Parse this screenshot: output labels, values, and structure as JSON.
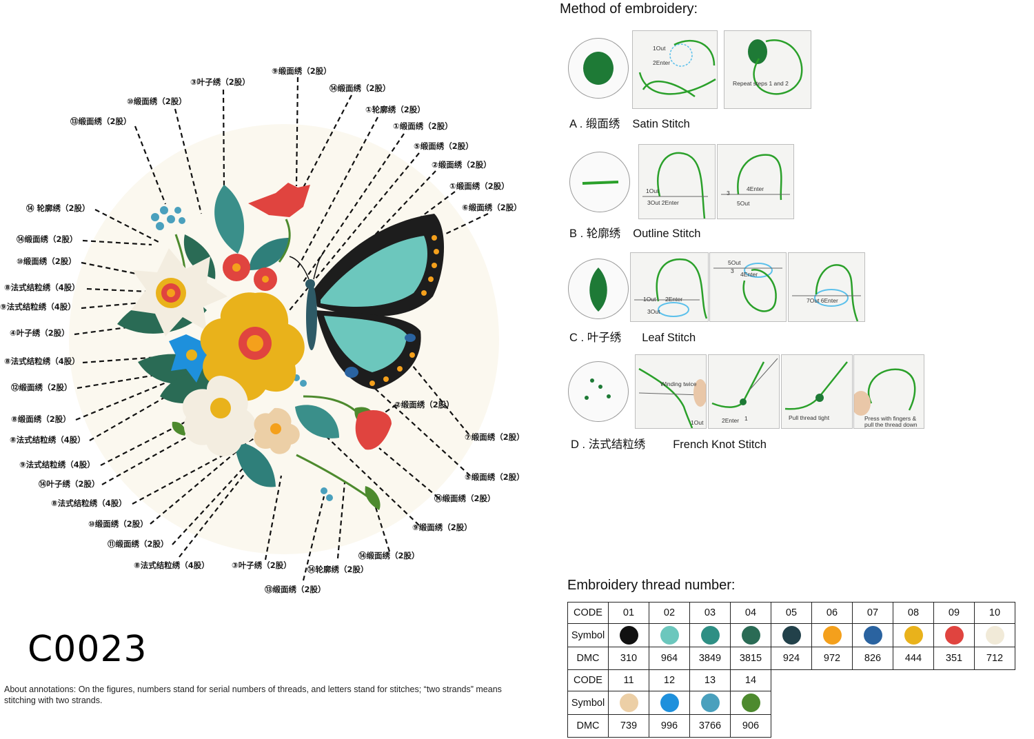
{
  "diagram": {
    "callouts_left": [
      "⑭ 轮廓绣（2股）",
      "⑭缎面绣（2股）",
      "⑩缎面绣（2股）",
      "⑧法式结粒绣（4股）",
      "⑨法式结粒绣（4股）",
      "④叶子绣（2股）",
      "⑧法式结粒绣（4股）",
      "⑫缎面绣（2股）",
      "⑧缎面绣（2股）",
      "⑧法式结粒绣（4股）",
      "⑨法式结粒绣（4股）",
      "⑭叶子绣（2股）",
      "⑧法式结粒绣（4股）",
      "⑩缎面绣（2股）",
      "⑪缎面绣（2股）"
    ],
    "callouts_top": [
      "⑬缎面绣（2股）",
      "⑩缎面绣（2股）",
      "③叶子绣（2股）",
      "⑨缎面绣（2股）",
      "⑭缎面绣（2股）",
      "①轮廓绣（2股）",
      "①缎面绣（2股）",
      "⑤缎面绣（2股）",
      "②缎面绣（2股）",
      "①缎面绣（2股）",
      "⑥缎面绣（2股）"
    ],
    "callouts_right": [
      "②缎面绣（2股）",
      "⑦缎面绣（2股）",
      "⑤缎面绣（2股）",
      "⑭缎面绣（2股）",
      "⑨缎面绣（2股）",
      "⑭缎面绣（2股）"
    ],
    "callouts_bottom": [
      "⑧法式结粒绣（4股）",
      "③叶子绣（2股）",
      "⑭轮廓绣（2股）",
      "⑬缎面绣（2股）"
    ]
  },
  "product_code": "C0023",
  "annotation_note": "About annotations: On the figures, numbers stand for serial numbers of threads, and letters stand for stitches; “two strands” means stitching with two strands.",
  "method": {
    "title": "Method of embroidery:",
    "stitches": [
      {
        "letter": "A",
        "zh": "缎面绣",
        "en": "Satin Stitch",
        "photo_texts": [
          [
            "1Out",
            "2Enter"
          ],
          [
            "Repeat steps 1 and 2"
          ]
        ]
      },
      {
        "letter": "B",
        "zh": "轮廓绣",
        "en": "Outline Stitch",
        "photo_texts": [
          [
            "1Out",
            "3Out 2Enter"
          ],
          [
            "3",
            "4Enter",
            "5Out"
          ]
        ]
      },
      {
        "letter": "C",
        "zh": "叶子绣",
        "en": "Leaf Stitch",
        "photo_texts": [
          [
            "1Out",
            "2Enter",
            "3Out"
          ],
          [
            "5Out",
            "3",
            "4Enter"
          ],
          [
            "7Out 6Enter"
          ]
        ]
      },
      {
        "letter": "D",
        "zh": "法式结粒绣",
        "en": "French Knot Stitch",
        "photo_texts": [
          [
            "Winding twice",
            "1Out"
          ],
          [
            "2Enter",
            "1"
          ],
          [
            "Pull thread tight"
          ],
          [
            "Press with fingers &",
            "pull the thread down"
          ]
        ]
      }
    ]
  },
  "threads": {
    "title": "Embroidery thread number:",
    "row_labels": {
      "code": "CODE",
      "symbol": "Symbol",
      "dmc": "DMC"
    },
    "items": [
      {
        "code": "01",
        "dmc": "310",
        "color": "#111111"
      },
      {
        "code": "02",
        "dmc": "964",
        "color": "#6cc7bd"
      },
      {
        "code": "03",
        "dmc": "3849",
        "color": "#2e8f84"
      },
      {
        "code": "04",
        "dmc": "3815",
        "color": "#2a6b55"
      },
      {
        "code": "05",
        "dmc": "924",
        "color": "#22414a"
      },
      {
        "code": "06",
        "dmc": "972",
        "color": "#f4a01c"
      },
      {
        "code": "07",
        "dmc": "826",
        "color": "#2a63a0"
      },
      {
        "code": "08",
        "dmc": "444",
        "color": "#e9b21b"
      },
      {
        "code": "09",
        "dmc": "351",
        "color": "#e0443f"
      },
      {
        "code": "10",
        "dmc": "712",
        "color": "#f1ead8"
      },
      {
        "code": "11",
        "dmc": "739",
        "color": "#eccfa6"
      },
      {
        "code": "12",
        "dmc": "996",
        "color": "#1e90dc"
      },
      {
        "code": "13",
        "dmc": "3766",
        "color": "#4aa0bd"
      },
      {
        "code": "14",
        "dmc": "906",
        "color": "#4d8a2e"
      }
    ]
  }
}
